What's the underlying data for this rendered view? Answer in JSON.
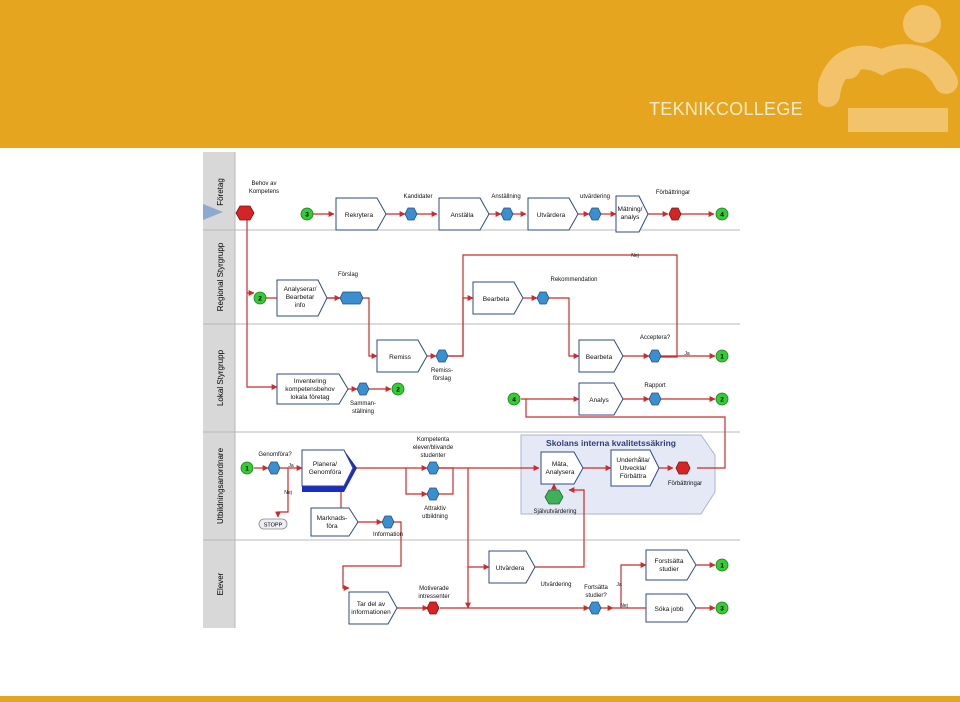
{
  "brand": {
    "name": "TEKNIKCOLLEGE"
  },
  "colors": {
    "accent": "#E5A51E",
    "flow_line": "#CC2B2B",
    "start_circle": "#33CC33",
    "event_hex": "#3A8FD0",
    "kvalitet_band": "#E4E9F5"
  },
  "lanes": [
    "Företag",
    "Regional Styrgrupp",
    "Lokal Styrgrupp",
    "Utbildningsanordnare",
    "Elever"
  ],
  "kvalitet_title": "Skolans interna kvalitetssäkring",
  "processes": {
    "rekrytera": "Rekrytera",
    "anstalla": "Anställa",
    "utvardera1": "Utvärdera",
    "matning": [
      "Mätning/",
      "analys"
    ],
    "analyserar": [
      "Analyserar/",
      "Bearbetar",
      "info"
    ],
    "bearbeta1": "Bearbeta",
    "remiss": "Remiss",
    "bearbeta2": "Bearbeta",
    "inventering": [
      "Inventering",
      "kompetensbehov",
      "lokala företag"
    ],
    "analys": "Analys",
    "planera": [
      "Planera/",
      "Genomföra"
    ],
    "marknads": [
      "Marknads-",
      "föra"
    ],
    "mata": [
      "Mäta,",
      "Analysera"
    ],
    "underhalla": [
      "Underhålla/",
      "Utveckla/",
      "Förbättra"
    ],
    "utvardera2": "Utvärdera",
    "tardel": [
      "Tar del av",
      "informationen"
    ],
    "fortsatta": [
      "Forstsätta",
      "studier"
    ],
    "soka": "Söka jobb"
  },
  "labels": {
    "behov": [
      "Behov av",
      "Kompetens"
    ],
    "kandidater": "Kandidater",
    "anstallning": "Anställning",
    "utvardering1": "utvärdering",
    "forbattringar1": "Förbättringar",
    "nej1": "Nej",
    "forslag": "Förslag",
    "rekommendation": "Rekommendation",
    "acceptera": "Acceptera?",
    "ja1": "Ja",
    "remissforslag": [
      "Remiss-",
      "förslag"
    ],
    "sammanstallning": [
      "Samman-",
      "ställning"
    ],
    "rapport": "Rapport",
    "genomfora": "Genomföra?",
    "ja2": "Ja",
    "nej2": "Nej",
    "stopp": "STOPP",
    "kompetenta": [
      "Kompetenta",
      "elever/blivande",
      "studenter"
    ],
    "attraktiv": [
      "Attraktiv",
      "utbildning"
    ],
    "information": "Information",
    "sjalvutvardering": "Självutvärdering",
    "forbattringar2": "Förbättringar",
    "utvardering2": "Utvärdering",
    "motiverade": [
      "Motiverade",
      "intressenter"
    ],
    "fortsatta_q": [
      "Fortsätta",
      "studier?"
    ],
    "ja3": "Ja",
    "nej3": "Nej"
  },
  "connectors": {
    "c1": "1",
    "c2": "2",
    "c3": "3",
    "c4": "4"
  }
}
